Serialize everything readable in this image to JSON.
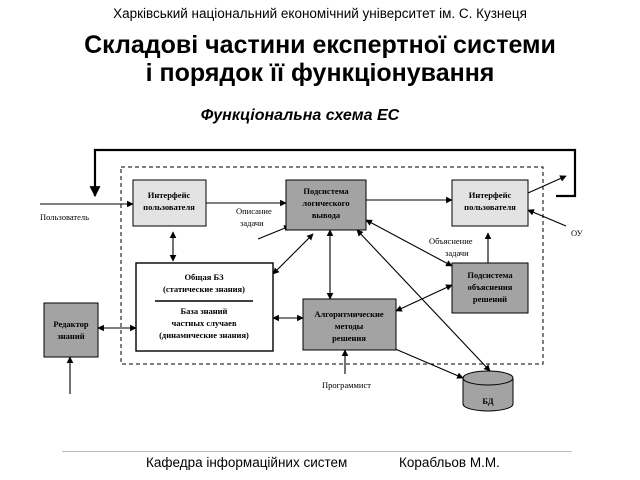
{
  "header": {
    "university": "Харківський національний економічний університет ім. С. Кузнеця",
    "title_line1": "Складові частини експертної системи",
    "title_line2": "і порядок її функціонування",
    "subtitle": "Функціональна схема ЕС"
  },
  "diagram": {
    "nodes": {
      "ui_in": [
        "Интерфейс",
        "пользователя"
      ],
      "inference": [
        "Подсистема",
        "логического",
        "вывода"
      ],
      "ui_out": [
        "Интерфейс",
        "пользователя"
      ],
      "kb_static": [
        "Общая БЗ",
        "(статические знания)"
      ],
      "kb_dynamic": [
        "База знаний",
        "частных случаев",
        "(динамические знания)"
      ],
      "explain": [
        "Подсистема",
        "объяснения",
        "решений"
      ],
      "editor": [
        "Редактор",
        "знаний"
      ],
      "algo": [
        "Алгоритмические",
        "методы",
        "решения"
      ],
      "db": "БД"
    },
    "labels": {
      "user": "Пользователь",
      "task_desc": [
        "Описание",
        "задачи"
      ],
      "task_expl": [
        "Объяснение",
        "задачи"
      ],
      "ou": "ОУ",
      "programmer": "Программист"
    },
    "colors": {
      "gray_box": "#a3a3a3",
      "light_box": "#e3e3e3",
      "white_box": "#ffffff"
    }
  },
  "footer": {
    "department": "Кафедра інформаційних систем",
    "author": "Корабльов М.М."
  }
}
